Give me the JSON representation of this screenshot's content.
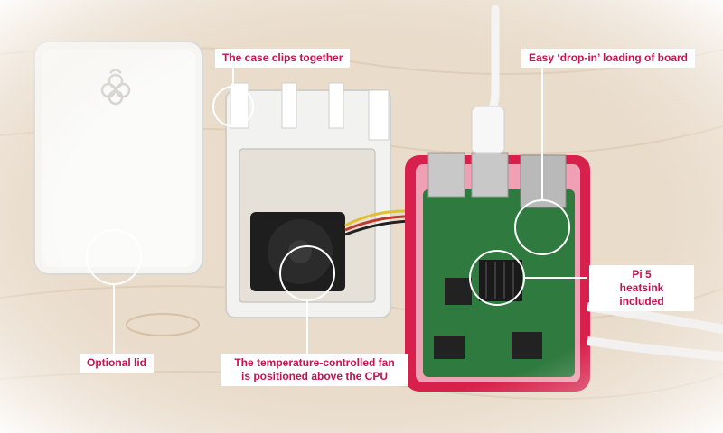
{
  "labels": {
    "case_clips": "The case clips together",
    "drop_in": "Easy ‘drop-in’ loading of board",
    "heatsink_line1": "Pi 5",
    "heatsink_line2": "heatsink included",
    "lid": "Optional lid",
    "fan_line1": "The temperature-controlled fan",
    "fan_line2": "is positioned above the CPU"
  },
  "colors": {
    "label_text": "#c5134d",
    "case_red": "#d8204c",
    "board_green": "#2f7a3f",
    "case_white": "#f4f4f2",
    "wood": "#e9dccb"
  },
  "icons": [
    "raspberry-logo-icon"
  ]
}
